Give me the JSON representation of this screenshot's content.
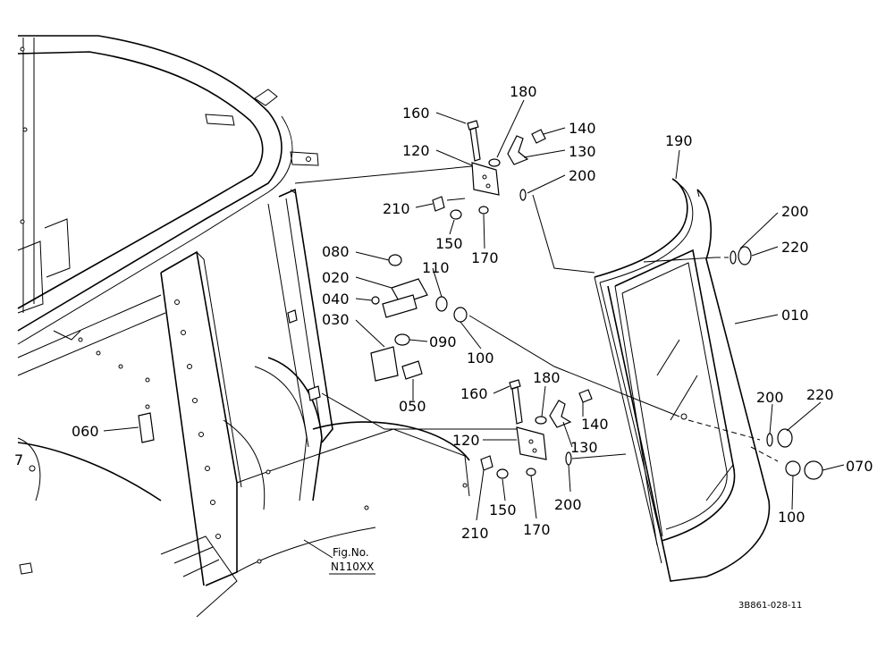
{
  "labels": {
    "l010": "010",
    "l020": "020",
    "l030": "030",
    "l040": "040",
    "l050": "050",
    "l060": "060",
    "l070": "070",
    "l080": "080",
    "l090": "090",
    "l100a": "100",
    "l100b": "100",
    "l110": "110",
    "l120a": "120",
    "l120b": "120",
    "l130a": "130",
    "l130b": "130",
    "l140a": "140",
    "l140b": "140",
    "l150a": "150",
    "l150b": "150",
    "l160a": "160",
    "l160b": "160",
    "l170a": "170",
    "l170b": "170",
    "l180a": "180",
    "l180b": "180",
    "l190": "190",
    "l200a": "200",
    "l200b": "200",
    "l200c": "200",
    "l200d": "200",
    "l210a": "210",
    "l210b": "210",
    "l220a": "220",
    "l220b": "220"
  },
  "fig_ref": {
    "title": "Fig.No.",
    "number": "N110XX"
  },
  "drawing_code": "3B861-028-11",
  "corner_mark": "7"
}
